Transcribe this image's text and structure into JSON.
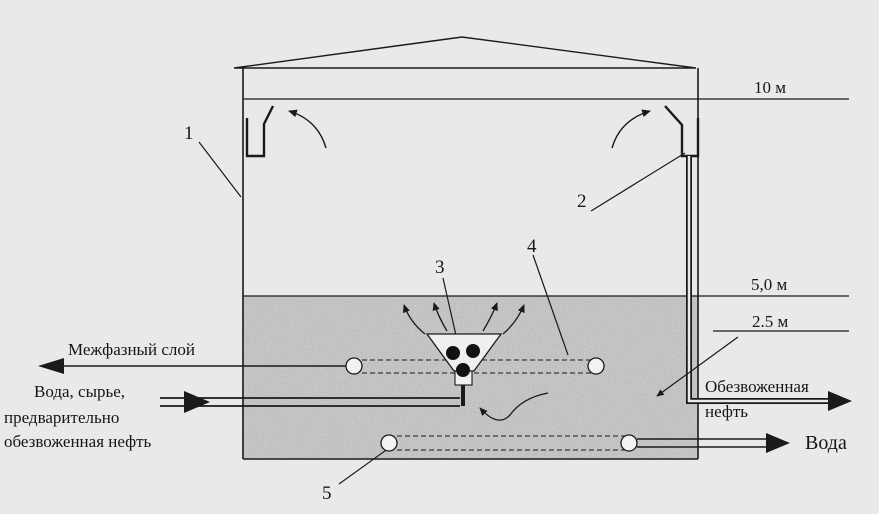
{
  "diagram": {
    "levels": {
      "top": "10 м",
      "mid": "5,0 м",
      "low": "2.5 м"
    },
    "callouts": {
      "n1": "1",
      "n2": "2",
      "n3": "3",
      "n4": "4",
      "n5": "5"
    },
    "flows": {
      "interphase": "Межфазный слой",
      "inlet_line1": "Вода, сырье,",
      "inlet_line2": "предварительно",
      "inlet_line3": "обезвоженная нефть",
      "dewatered_line1": "Обезвоженная",
      "dewatered_line2": "нефть",
      "water_out": "Вода"
    },
    "colors": {
      "background": "#e9e9e9",
      "ink": "#1a1a1a",
      "water_zone": "#c4c4c4"
    }
  }
}
